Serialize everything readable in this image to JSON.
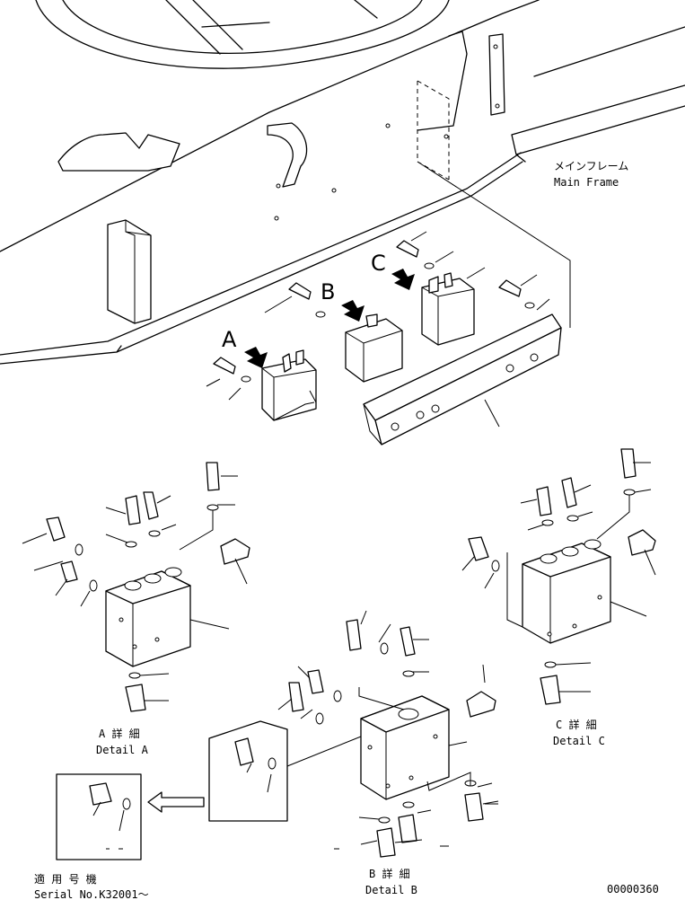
{
  "labels": {
    "main_frame_jp": "メインフレーム",
    "main_frame_en": "Main Frame",
    "view_a": "A",
    "view_b": "B",
    "view_c": "C",
    "detail_a_jp": "A 詳 細",
    "detail_a_en": "Detail A",
    "detail_b_jp": "B 詳 細",
    "detail_b_en": "Detail B",
    "detail_c_jp": "C 詳 細",
    "detail_c_en": "Detail C",
    "serial_jp": "適 用 号 機",
    "serial_en": "Serial No.K32001～",
    "drawing_number": "00000360"
  }
}
